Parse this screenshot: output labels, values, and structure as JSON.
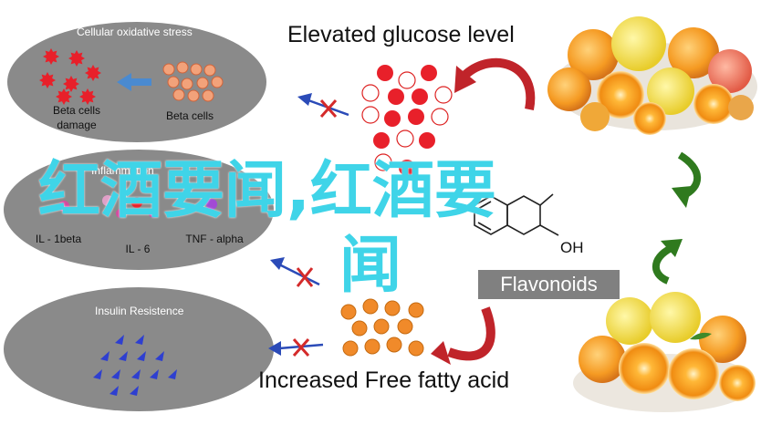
{
  "diagram": {
    "title_top": "Elevated glucose level",
    "title_bottom": "Increased Free fatty acid",
    "flavonoids_label": "Flavonoids",
    "oh_label": "OH",
    "ellipses": [
      {
        "title": "Cellular oxidative stress",
        "left_label": "Beta cells\ndamage",
        "right_label": "Beta cells"
      },
      {
        "title": "Inflammation",
        "labels": [
          "IL - 1beta",
          "IL - 6",
          "TNF - alpha"
        ]
      },
      {
        "title": "Insulin Resistence"
      }
    ],
    "overlay_text": [
      "红酒要闻,红酒要",
      "闻"
    ],
    "colors": {
      "ellipse_fill": "#8a8a8a",
      "red_dot": "#e8202a",
      "orange_dot": "#f08a2a",
      "curved_arrow_red": "#c0242a",
      "curved_arrow_green": "#2f7a1e",
      "arrow_blue": "#2b4bb8",
      "x_red": "#d42a2a",
      "triangle_blue": "#2e3fd0",
      "overlay": "#3fd4e8"
    }
  }
}
